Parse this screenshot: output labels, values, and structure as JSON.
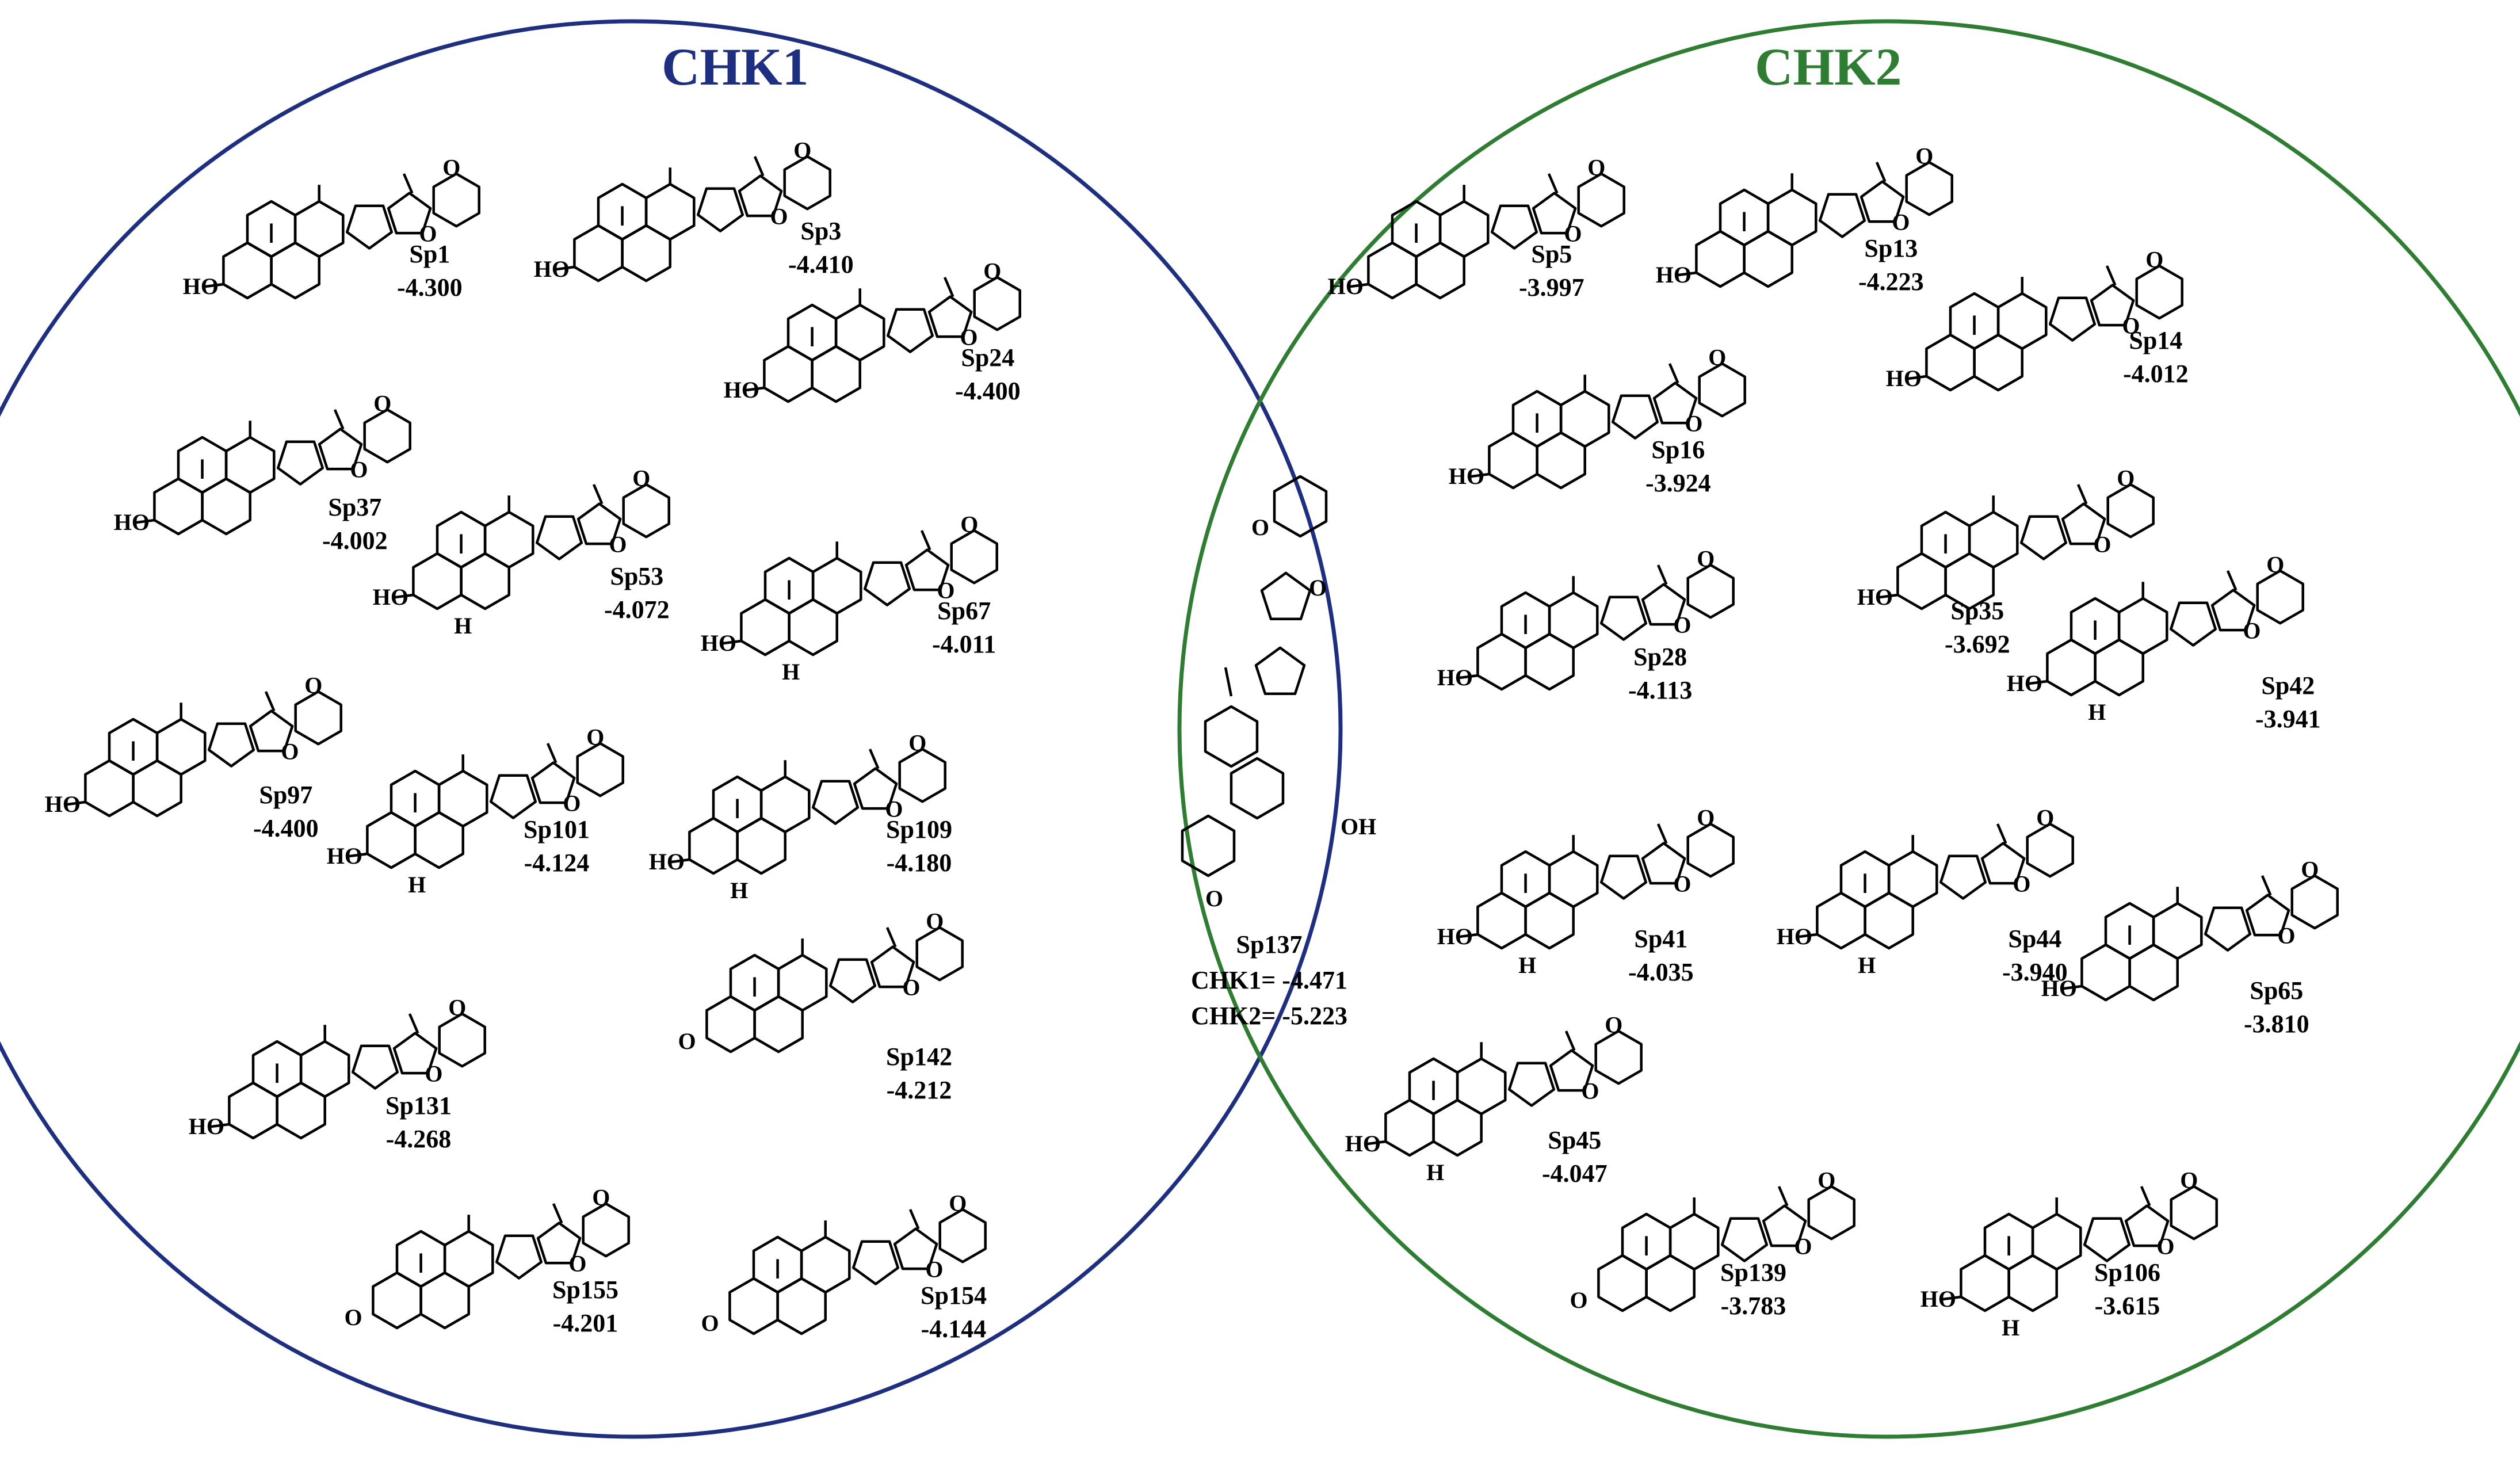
{
  "sets": [
    {
      "id": "chk1",
      "title": "CHK1",
      "color": "#1f2f7f"
    },
    {
      "id": "chk2",
      "title": "CHK2",
      "color": "#2e7d32"
    }
  ],
  "compounds": [
    {
      "id": "sp1",
      "name": "Sp1",
      "score": "-4.300",
      "group": "CHK1"
    },
    {
      "id": "sp3",
      "name": "Sp3",
      "score": "-4.410",
      "group": "CHK1"
    },
    {
      "id": "sp24",
      "name": "Sp24",
      "score": "-4.400",
      "group": "CHK1"
    },
    {
      "id": "sp37",
      "name": "Sp37",
      "score": "-4.002",
      "group": "CHK1"
    },
    {
      "id": "sp53",
      "name": "Sp53",
      "score": "-4.072",
      "group": "CHK1"
    },
    {
      "id": "sp67",
      "name": "Sp67",
      "score": "-4.011",
      "group": "CHK1"
    },
    {
      "id": "sp97",
      "name": "Sp97",
      "score": "-4.400",
      "group": "CHK1"
    },
    {
      "id": "sp101",
      "name": "Sp101",
      "score": "-4.124",
      "group": "CHK1"
    },
    {
      "id": "sp109",
      "name": "Sp109",
      "score": "-4.180",
      "group": "CHK1"
    },
    {
      "id": "sp131",
      "name": "Sp131",
      "score": "-4.268",
      "group": "CHK1"
    },
    {
      "id": "sp142",
      "name": "Sp142",
      "score": "-4.212",
      "group": "CHK1"
    },
    {
      "id": "sp155",
      "name": "Sp155",
      "score": "-4.201",
      "group": "CHK1"
    },
    {
      "id": "sp154",
      "name": "Sp154",
      "score": "-4.144",
      "group": "CHK1"
    },
    {
      "id": "sp5",
      "name": "Sp5",
      "score": "-3.997",
      "group": "CHK2"
    },
    {
      "id": "sp13",
      "name": "Sp13",
      "score": "-4.223",
      "group": "CHK2"
    },
    {
      "id": "sp14",
      "name": "Sp14",
      "score": "-4.012",
      "group": "CHK2"
    },
    {
      "id": "sp16",
      "name": "Sp16",
      "score": "-3.924",
      "group": "CHK2"
    },
    {
      "id": "sp35",
      "name": "Sp35",
      "score": "-3.692",
      "group": "CHK2"
    },
    {
      "id": "sp28",
      "name": "Sp28",
      "score": "-4.113",
      "group": "CHK2"
    },
    {
      "id": "sp42",
      "name": "Sp42",
      "score": "-3.941",
      "group": "CHK2"
    },
    {
      "id": "sp41",
      "name": "Sp41",
      "score": "-4.035",
      "group": "CHK2"
    },
    {
      "id": "sp44",
      "name": "Sp44",
      "score": "-3.940",
      "group": "CHK2"
    },
    {
      "id": "sp65",
      "name": "Sp65",
      "score": "-3.810",
      "group": "CHK2"
    },
    {
      "id": "sp45",
      "name": "Sp45",
      "score": "-4.047",
      "group": "CHK2"
    },
    {
      "id": "sp139",
      "name": "Sp139",
      "score": "-3.783",
      "group": "CHK2"
    },
    {
      "id": "sp106",
      "name": "Sp106",
      "score": "-3.615",
      "group": "CHK2"
    }
  ],
  "shared": {
    "name": "Sp137",
    "score_chk1": "CHK1= -4.471",
    "score_chk2": "CHK2= -5.223"
  }
}
